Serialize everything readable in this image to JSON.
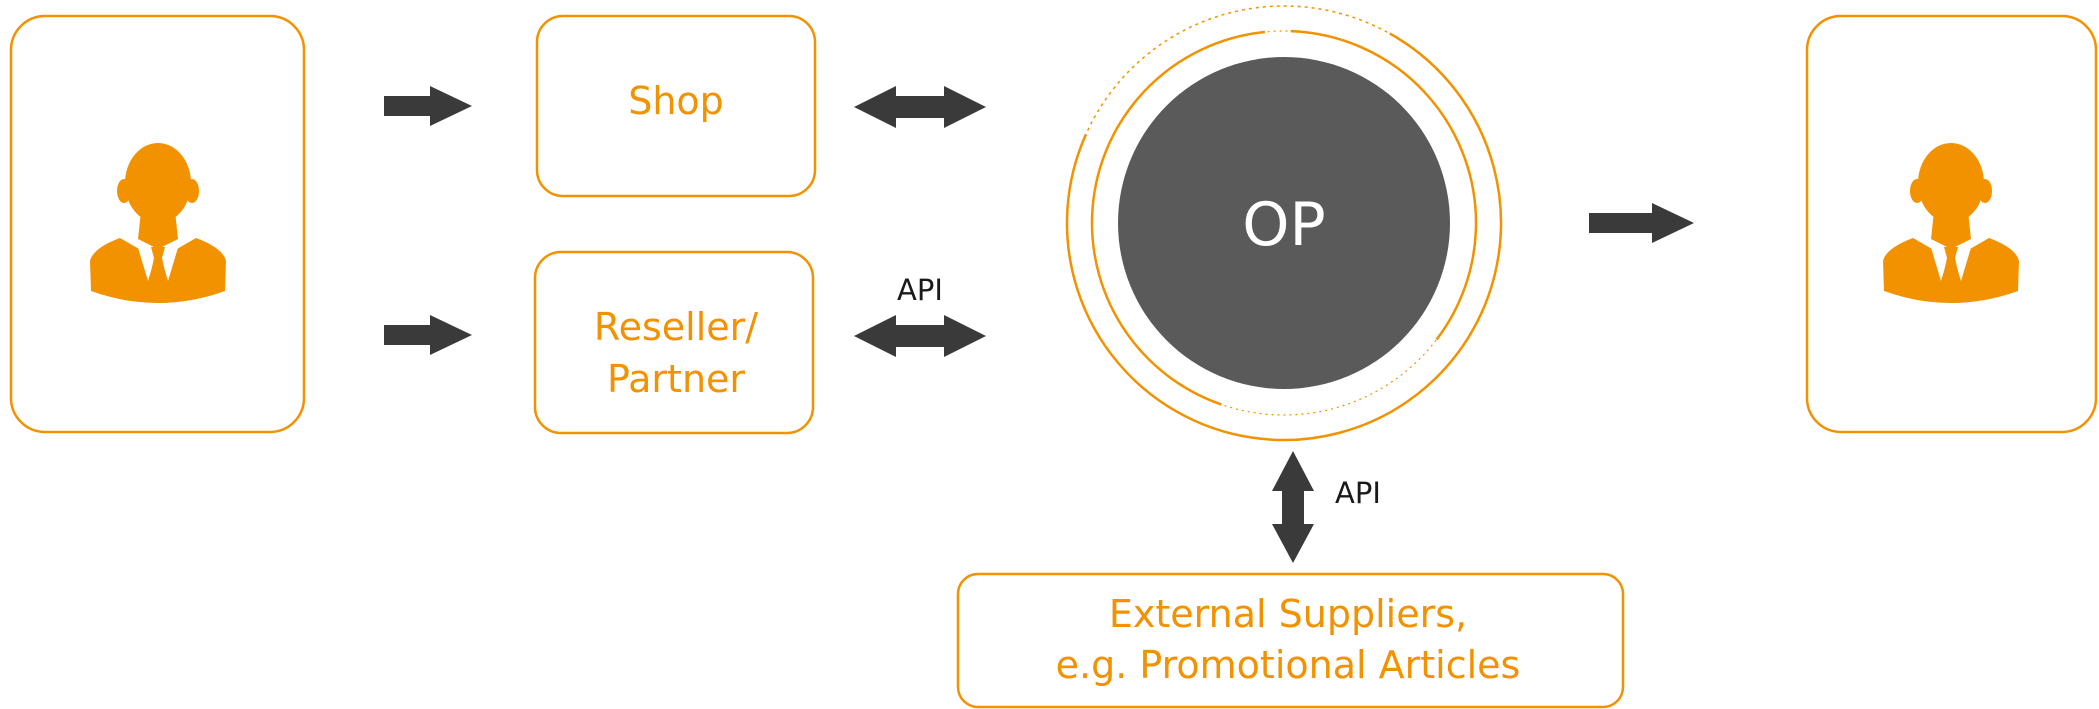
{
  "nodes": {
    "shop": {
      "label": "Shop"
    },
    "reseller": {
      "line1": "Reseller/",
      "line2": "Partner"
    },
    "op": {
      "label": "OP"
    },
    "external": {
      "line1": "External Suppliers,",
      "line2": "e.g. Promotional Articles"
    }
  },
  "edges": {
    "reseller_op_label": "API",
    "op_external_label": "API"
  },
  "icons": {
    "customer": "person-icon",
    "recipient": "person-icon"
  },
  "colors": {
    "accent": "#F39200",
    "arrow": "#3a3a3a",
    "core": "#5a5a5a"
  }
}
